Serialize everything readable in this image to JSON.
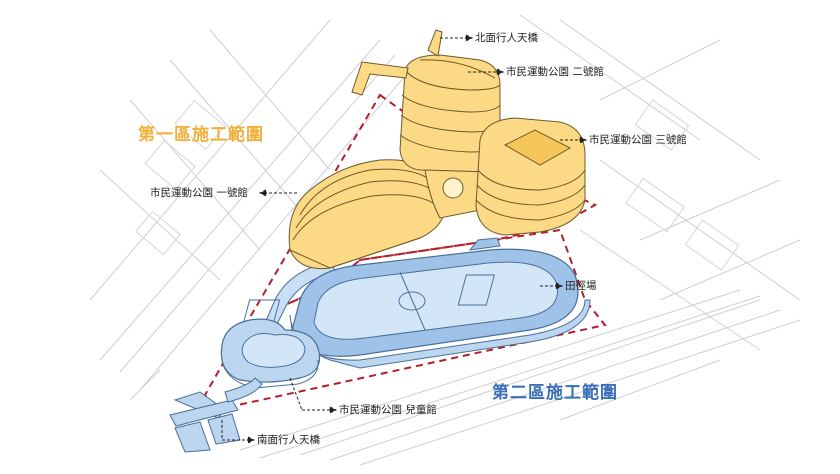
{
  "zones": {
    "zone1": {
      "title": "第一區施工範圍",
      "color": "#f0b13b"
    },
    "zone2": {
      "title": "第二區施工範圍",
      "color": "#3b6fb5"
    }
  },
  "labels": {
    "north_bridge": "北面行人天橋",
    "hall2": "市民運動公園 二號館",
    "hall3": "市民運動公園 三號館",
    "hall1": "市民運動公園 一號館",
    "track": "田徑場",
    "kids_hall": "市民運動公園 兒童館",
    "south_bridge": "南面行人天橋"
  },
  "colors": {
    "building_fill": "#fcd985",
    "building_stroke": "#6b5a2a",
    "field_fill": "#c9dff5",
    "field_stroke": "#4a6f99",
    "boundary": "#b3202a",
    "streets": "#c9c9c9"
  }
}
